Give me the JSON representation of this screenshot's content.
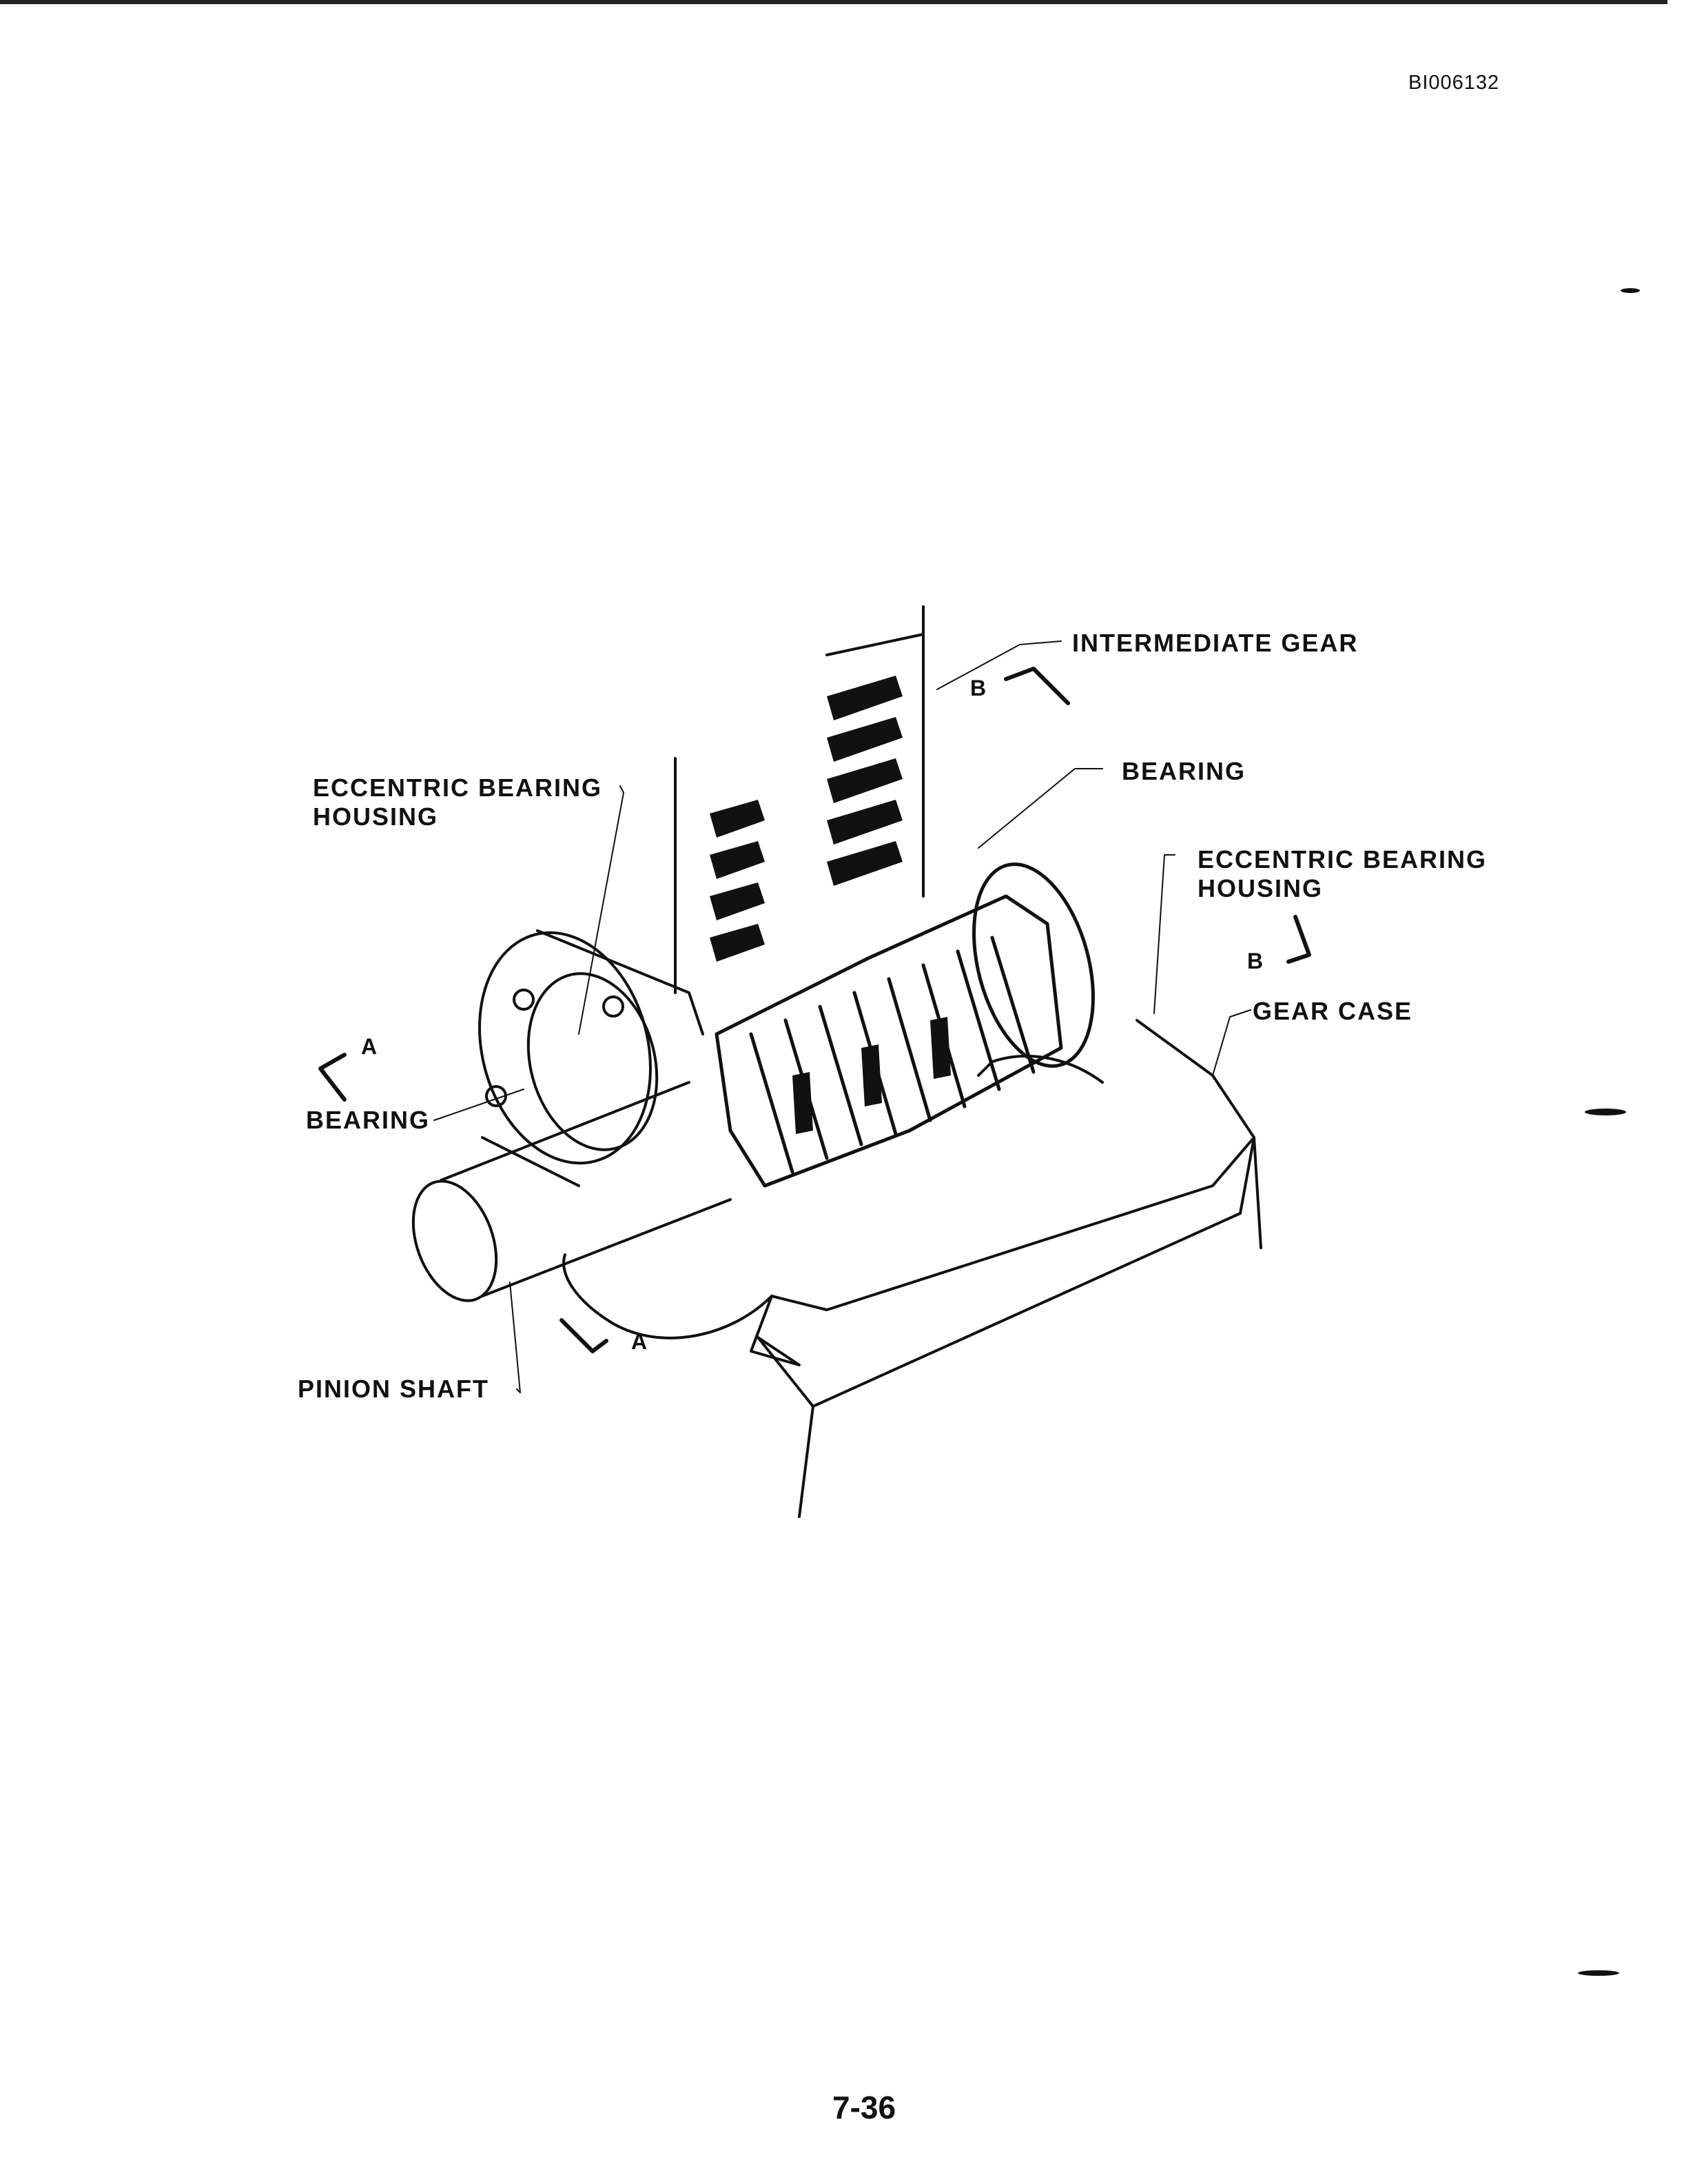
{
  "document": {
    "id": "BI006132",
    "page_number": "7-36"
  },
  "labels": {
    "intermediate_gear": "INTERMEDIATE GEAR",
    "bearing_top": "BEARING",
    "eccentric_left_line1": "ECCENTRIC BEARING",
    "eccentric_left_line2": "HOUSING",
    "eccentric_right_line1": "ECCENTRIC BEARING",
    "eccentric_right_line2": "HOUSING",
    "gear_case": "GEAR CASE",
    "bearing_left": "BEARING",
    "pinion_shaft": "PINION SHAFT"
  },
  "section_marks": {
    "a_left": "A",
    "a_bottom": "A",
    "b_top": "B",
    "b_right": "B"
  }
}
